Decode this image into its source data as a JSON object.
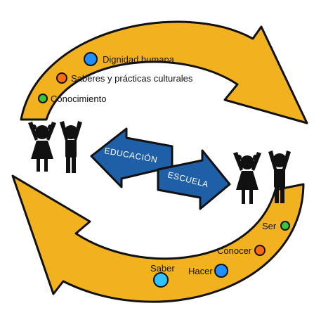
{
  "top_arc": {
    "color": "#f2b11f",
    "items": [
      {
        "label": "Dignidad humana",
        "color": "#1e90ff"
      },
      {
        "label": "Saberes y prácticas culturales",
        "color": "#ff6a13"
      },
      {
        "label": "Conocimiento",
        "color": "#3cc43c"
      }
    ]
  },
  "bottom_arc": {
    "color": "#f2b11f",
    "items": [
      {
        "label": "Ser",
        "color": "#3cc43c"
      },
      {
        "label": "Conocer",
        "color": "#ff6a13"
      },
      {
        "label": "Hacer",
        "color": "#1e90ff"
      },
      {
        "label": "Saber",
        "color": "#2fc3ff"
      }
    ]
  },
  "center": {
    "left_arrow_label": "EDUCACIÓN",
    "right_arrow_label": "ESCUELA",
    "arrow_color": "#1f5fa8"
  },
  "icons": {
    "left_group": "children-cheering-icon",
    "right_group": "children-cheering-icon"
  }
}
